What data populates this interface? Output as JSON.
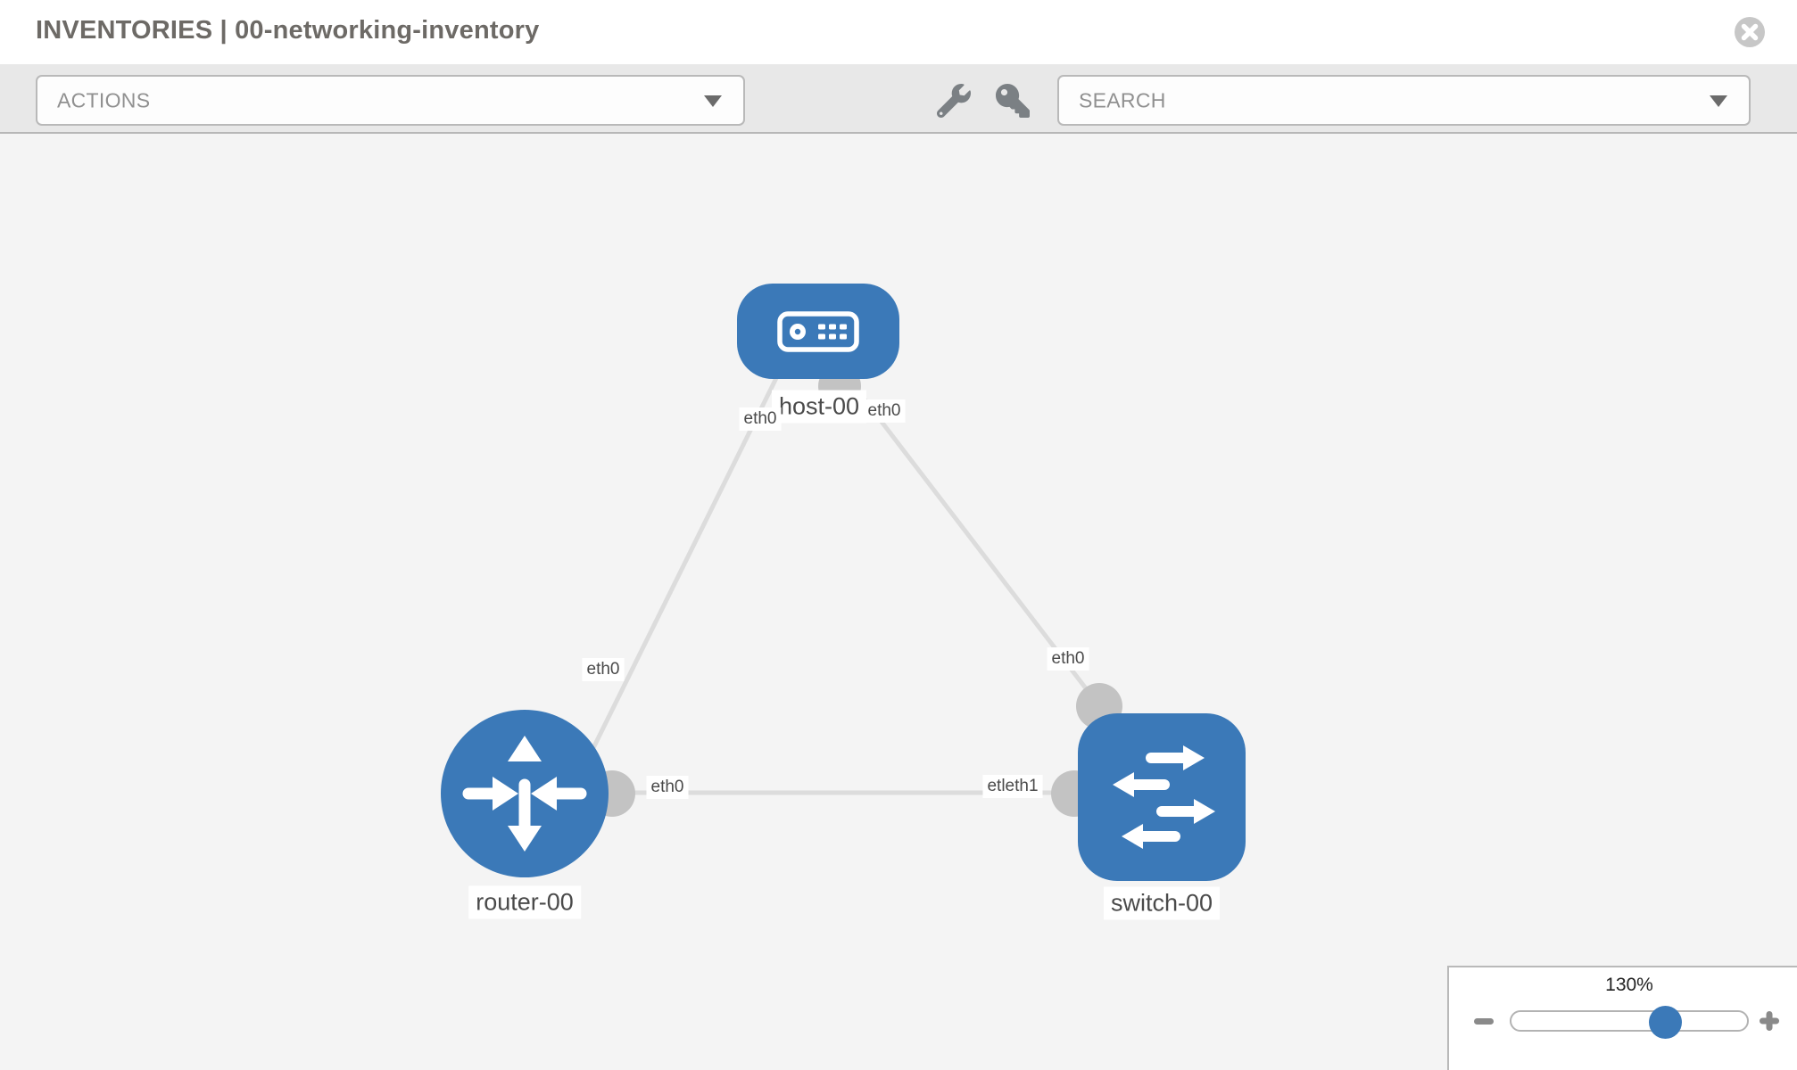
{
  "header": {
    "title": "INVENTORIES | 00-networking-inventory"
  },
  "toolbar": {
    "actions": {
      "label": "ACTIONS"
    },
    "search": {
      "label": "SEARCH"
    },
    "icons": [
      "wrench-icon",
      "key-icon"
    ]
  },
  "topology": {
    "nodes": [
      {
        "label": "host-00",
        "type": "host"
      },
      {
        "label": "router-00",
        "type": "router"
      },
      {
        "label": "switch-00",
        "type": "switch"
      }
    ],
    "links": [
      {
        "from": "host-00",
        "to": "router-00"
      },
      {
        "from": "host-00",
        "to": "switch-00"
      },
      {
        "from": "router-00",
        "to": "switch-00"
      }
    ],
    "interfaces": {
      "host_left": "eth0",
      "host_right": "eth0",
      "link_host_router": "eth0",
      "link_host_switch": "eth0",
      "router_right": "eth0",
      "switch_left": "etleth1"
    }
  },
  "zoom_control": {
    "level": "130%"
  },
  "colors": {
    "node_blue": "#3b79b8",
    "canvas_bg": "#f4f4f4",
    "toolbar_bg": "#e8e8e8",
    "link_gray": "#dcdcdc",
    "connector_gray": "#c3c3c3",
    "border_gray": "#b9b9b9"
  }
}
